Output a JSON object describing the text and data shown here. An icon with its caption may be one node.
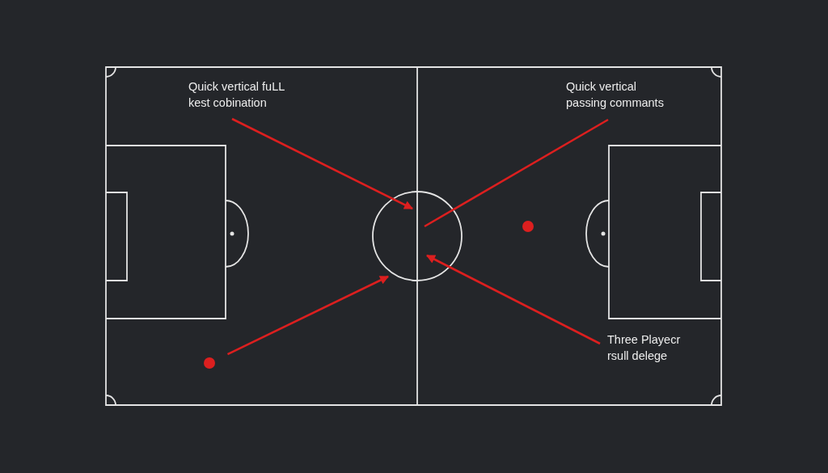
{
  "diagram": {
    "nodes": [
      {
        "text": [
          "Quick vertical fuLL kest cobination"
        ]
      },
      {
        "text": [
          "Quick vertical passing commants"
        ]
      },
      {
        "text": [],
        "shape": "circle"
      },
      {
        "text": [],
        "shape": "circle"
      },
      {
        "text": [
          "Three Playecr rsull delege"
        ]
      },
      {
        "text": [],
        "shape": "circle"
      }
    ],
    "edges": [
      {
        "from": 0,
        "to": 2,
        "arrow": "to"
      },
      {
        "from": 1,
        "to": 2,
        "arrow": "none"
      },
      {
        "from": 5,
        "to": 2,
        "arrow": "to"
      },
      {
        "from": 4,
        "to": 2,
        "arrow": "to"
      }
    ]
  }
}
